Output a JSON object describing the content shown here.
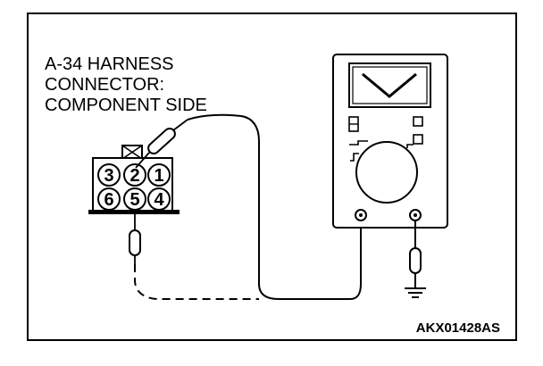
{
  "connector": {
    "title_lines": [
      "A-34 HARNESS",
      "CONNECTOR:",
      "COMPONENT SIDE"
    ],
    "pins_top": [
      "3",
      "2",
      "1"
    ],
    "pins_bottom": [
      "6",
      "5",
      "4"
    ]
  },
  "meter": {
    "display_symbol": "V",
    "icon": "voltmeter-icon"
  },
  "figure_code": "AKX01428AS",
  "colors": {
    "ink": "#000000",
    "background": "#ffffff"
  }
}
